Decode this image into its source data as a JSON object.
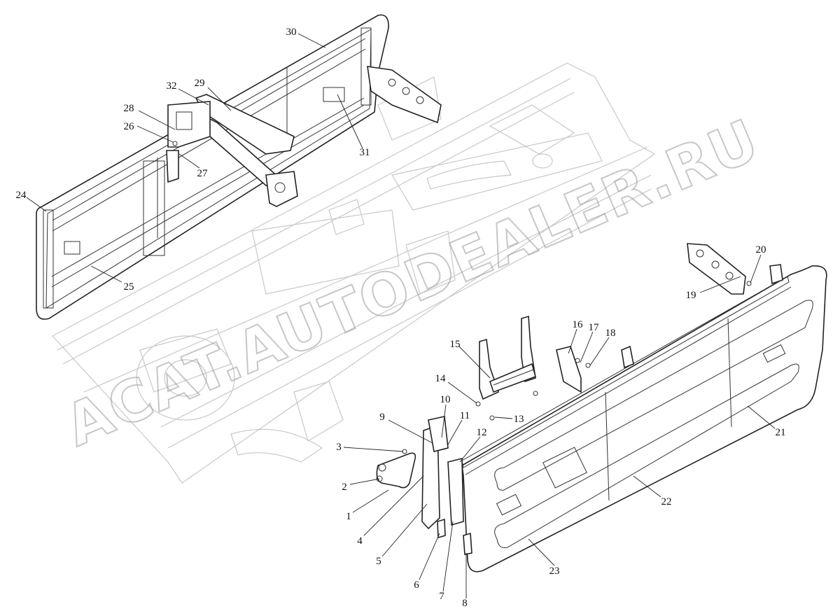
{
  "diagram": {
    "watermark": "ACAT.AUTODEALER.RU",
    "callouts": [
      {
        "id": "c1",
        "text": "1"
      },
      {
        "id": "c2",
        "text": "2"
      },
      {
        "id": "c3",
        "text": "3"
      },
      {
        "id": "c4",
        "text": "4"
      },
      {
        "id": "c5",
        "text": "5"
      },
      {
        "id": "c6",
        "text": "6"
      },
      {
        "id": "c7",
        "text": "7"
      },
      {
        "id": "c8",
        "text": "8"
      },
      {
        "id": "c9",
        "text": "9"
      },
      {
        "id": "c10",
        "text": "10"
      },
      {
        "id": "c11",
        "text": "11"
      },
      {
        "id": "c12",
        "text": "12"
      },
      {
        "id": "c13",
        "text": "13"
      },
      {
        "id": "c14",
        "text": "14"
      },
      {
        "id": "c15",
        "text": "15"
      },
      {
        "id": "c16",
        "text": "16"
      },
      {
        "id": "c17",
        "text": "17"
      },
      {
        "id": "c18",
        "text": "18"
      },
      {
        "id": "c19",
        "text": "19"
      },
      {
        "id": "c20",
        "text": "20"
      },
      {
        "id": "c21",
        "text": "21"
      },
      {
        "id": "c22",
        "text": "22"
      },
      {
        "id": "c23",
        "text": "23"
      },
      {
        "id": "c24",
        "text": "24"
      },
      {
        "id": "c25",
        "text": "25"
      },
      {
        "id": "c26",
        "text": "26"
      },
      {
        "id": "c27",
        "text": "27"
      },
      {
        "id": "c28",
        "text": "28"
      },
      {
        "id": "c29",
        "text": "29"
      },
      {
        "id": "c30",
        "text": "30"
      },
      {
        "id": "c31",
        "text": "31"
      },
      {
        "id": "c32",
        "text": "32"
      }
    ]
  }
}
